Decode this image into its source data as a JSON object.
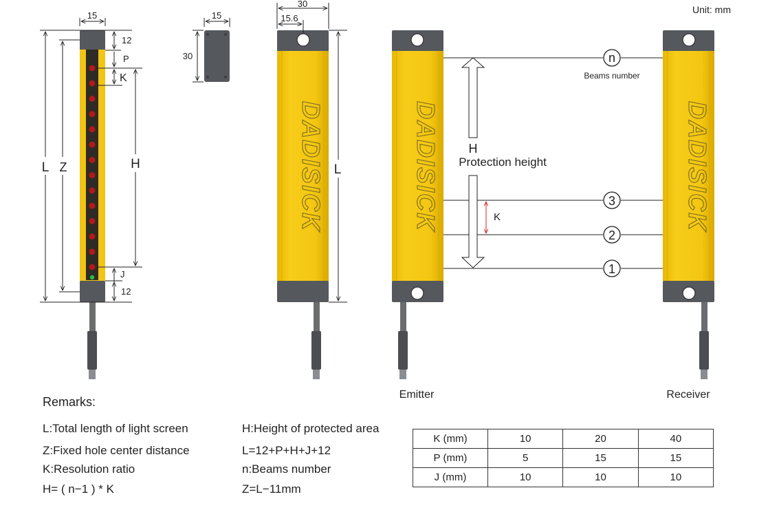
{
  "unit_label": "Unit: mm",
  "brand": "DADISICK",
  "left_view": {
    "width": "15",
    "top_gap": "12",
    "p": "P",
    "k": "K",
    "h": "H",
    "l": "L",
    "z": "Z",
    "j": "J",
    "bottom_gap": "12"
  },
  "top_view": {
    "width": "15",
    "height": "30"
  },
  "front_view": {
    "width": "30",
    "hole_offset": "15.6",
    "l": "L"
  },
  "beams": {
    "n_label": "n",
    "beams_number": "Beams number",
    "h_label": "H",
    "protection_height": "Protection height",
    "k_label": "K",
    "beam_3": "3",
    "beam_2": "2",
    "beam_1": "1"
  },
  "emitter_label": "Emitter",
  "receiver_label": "Receiver",
  "remarks": {
    "title": "Remarks:",
    "left": [
      "L:Total length of light screen",
      "Z:Fixed hole center distance",
      "K:Resolution ratio",
      "H= ( n−1 ) * K"
    ],
    "right": [
      "H:Height of protected area",
      "L=12+P+H+J+12",
      "n:Beams number",
      "Z=L−11mm"
    ]
  },
  "table": {
    "rows": [
      {
        "label": "K  (mm)",
        "values": [
          "10",
          "20",
          "40"
        ]
      },
      {
        "label": "P  (mm)",
        "values": [
          "5",
          "15",
          "15"
        ]
      },
      {
        "label": "J  (mm)",
        "values": [
          "10",
          "10",
          "10"
        ]
      }
    ]
  }
}
